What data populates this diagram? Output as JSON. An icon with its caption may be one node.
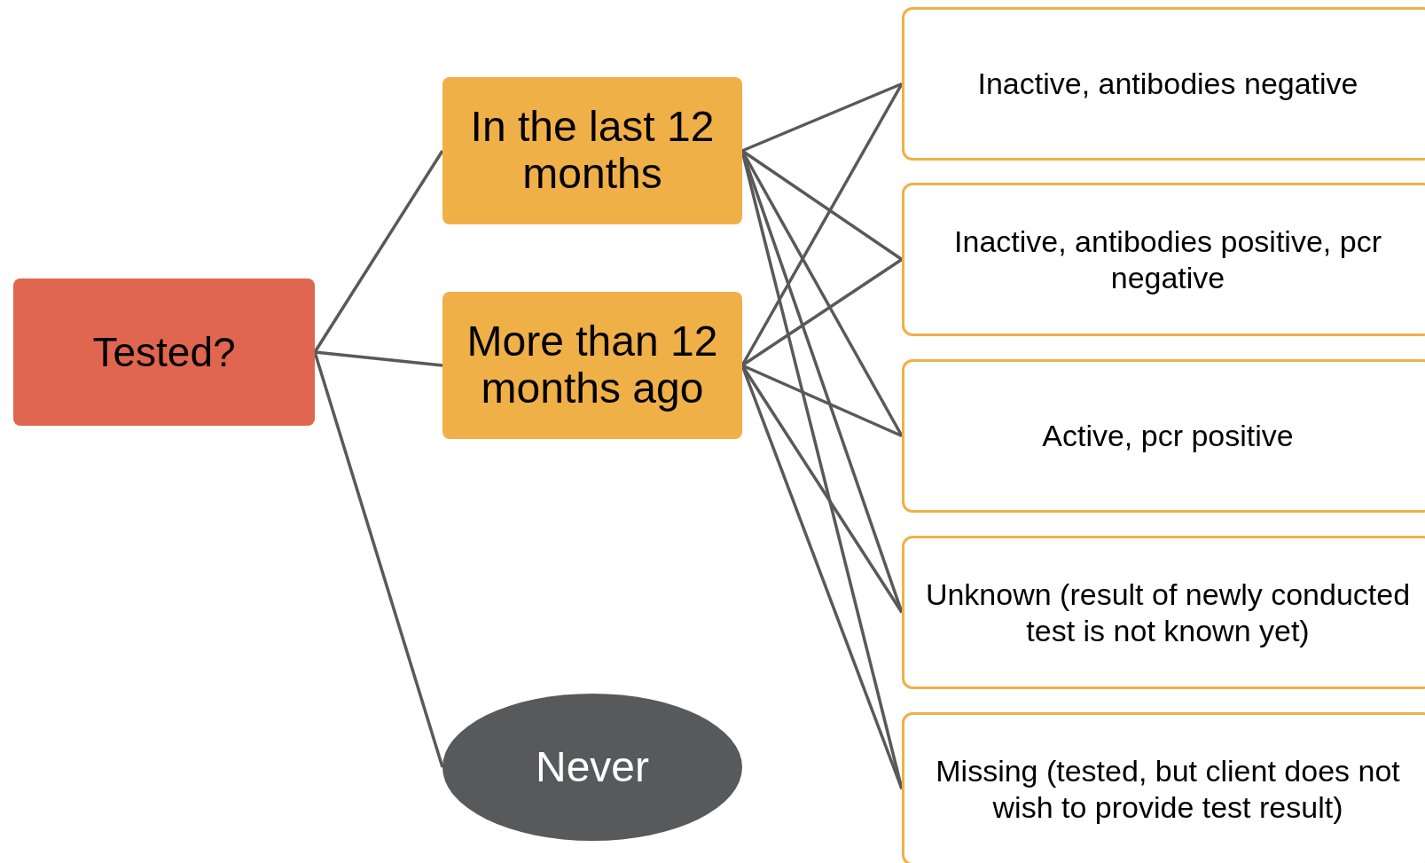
{
  "diagram": {
    "nodes": [
      {
        "text": [
          "Tested?"
        ]
      },
      {
        "text": [
          "In the last 12 months"
        ]
      },
      {
        "text": [
          "More than 12 months ago"
        ]
      },
      {
        "text": [
          "Never"
        ]
      },
      {
        "text": [
          "Inactive, antibodies negative"
        ]
      },
      {
        "text": [
          "Inactive, antibodies positive, pcr negative"
        ]
      },
      {
        "text": [
          "Active, pcr positive"
        ]
      },
      {
        "text": [
          "Unknown (result of newly conducted test is not known yet)"
        ]
      },
      {
        "text": [
          "Missing (tested, but client does not wish to provide test result)"
        ]
      }
    ],
    "edges": [
      {
        "from": 0,
        "to": 1,
        "arrow": "none"
      },
      {
        "from": 0,
        "to": 2,
        "arrow": "none"
      },
      {
        "from": 0,
        "to": 3,
        "arrow": "none"
      },
      {
        "from": 1,
        "to": 4,
        "arrow": "none"
      },
      {
        "from": 1,
        "to": 5,
        "arrow": "none"
      },
      {
        "from": 1,
        "to": 6,
        "arrow": "none"
      },
      {
        "from": 1,
        "to": 7,
        "arrow": "none"
      },
      {
        "from": 1,
        "to": 8,
        "arrow": "none"
      },
      {
        "from": 2,
        "to": 4,
        "arrow": "none"
      },
      {
        "from": 2,
        "to": 5,
        "arrow": "none"
      },
      {
        "from": 2,
        "to": 6,
        "arrow": "none"
      },
      {
        "from": 2,
        "to": 7,
        "arrow": "none"
      },
      {
        "from": 2,
        "to": 8,
        "arrow": "none"
      }
    ]
  }
}
